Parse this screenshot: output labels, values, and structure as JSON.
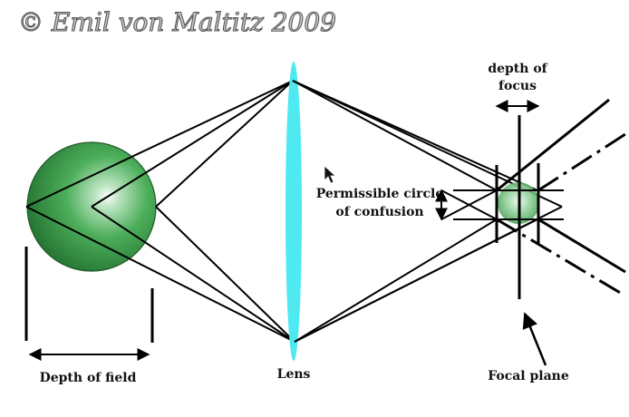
{
  "watermark": {
    "text": "© Emil von Maltitz 2009"
  },
  "labels": {
    "depth_of_field": "Depth of field",
    "lens": "Lens",
    "depth_of_focus_line1": "depth of",
    "depth_of_focus_line2": "focus",
    "circle_line1": "Permissible circle",
    "circle_line2": "of confusion",
    "focal_plane": "Focal plane"
  },
  "colors": {
    "sphere": "#3e9c4c",
    "lens": "#4fe9f2",
    "ink": "#000000"
  }
}
